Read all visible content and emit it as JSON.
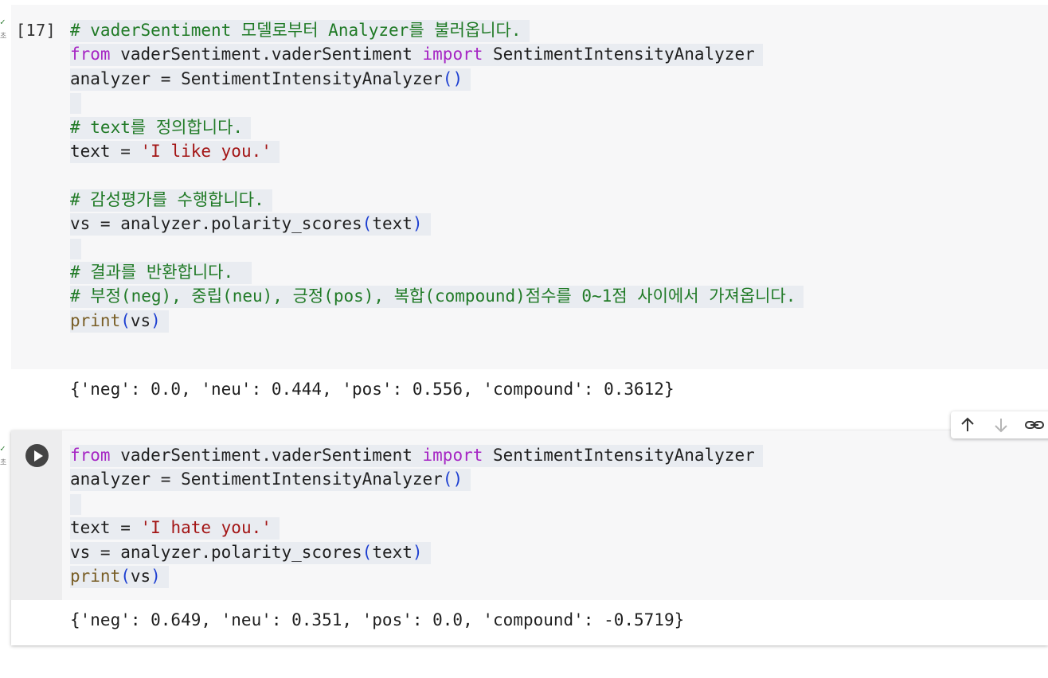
{
  "cell1": {
    "exec_count": "[17]",
    "status_check": "✓",
    "status_unit": "초",
    "lines": [
      [
        {
          "t": "cm",
          "v": "# vaderSentiment 모델로부터 Analyzer를 불러옵니다."
        }
      ],
      [
        {
          "t": "kw",
          "v": "from"
        },
        {
          "t": "tx",
          "v": " vaderSentiment.vaderSentiment "
        },
        {
          "t": "kw",
          "v": "import"
        },
        {
          "t": "tx",
          "v": " SentimentIntensityAnalyzer"
        }
      ],
      [
        {
          "t": "tx",
          "v": "analyzer = SentimentIntensityAnalyzer"
        },
        {
          "t": "pr",
          "v": "()"
        }
      ],
      [],
      [
        {
          "t": "cm",
          "v": "# text를 정의합니다."
        }
      ],
      [
        {
          "t": "tx",
          "v": "text = "
        },
        {
          "t": "st",
          "v": "'I like you.'"
        }
      ],
      null,
      [
        {
          "t": "cm",
          "v": "# 감성평가를 수행합니다."
        }
      ],
      [
        {
          "t": "tx",
          "v": "vs = analyzer.polarity_scores"
        },
        {
          "t": "pr",
          "v": "("
        },
        {
          "t": "tx",
          "v": "text"
        },
        {
          "t": "pr",
          "v": ")"
        }
      ],
      [],
      [
        {
          "t": "cm",
          "v": "# 결과를 반환합니다. "
        }
      ],
      [
        {
          "t": "cm",
          "v": "# 부정(neg), 중립(neu), 긍정(pos), 복합(compound)점수를 0~1점 사이에서 가져옵니다."
        }
      ],
      [
        {
          "t": "fn",
          "v": "print"
        },
        {
          "t": "pr",
          "v": "("
        },
        {
          "t": "tx",
          "v": "vs"
        },
        {
          "t": "pr",
          "v": ")"
        }
      ]
    ],
    "output": "{'neg': 0.0, 'neu': 0.444, 'pos': 0.556, 'compound': 0.3612}"
  },
  "cell2": {
    "status_check": "✓",
    "status_unit": "초",
    "lines": [
      [
        {
          "t": "kw",
          "v": "from"
        },
        {
          "t": "tx",
          "v": " vaderSentiment.vaderSentiment "
        },
        {
          "t": "kw",
          "v": "import"
        },
        {
          "t": "tx",
          "v": " SentimentIntensityAnalyzer"
        }
      ],
      [
        {
          "t": "tx",
          "v": "analyzer = SentimentIntensityAnalyzer"
        },
        {
          "t": "pr",
          "v": "()"
        }
      ],
      [],
      [
        {
          "t": "tx",
          "v": "text = "
        },
        {
          "t": "st",
          "v": "'I hate you.'"
        }
      ],
      [
        {
          "t": "tx",
          "v": "vs = analyzer.polarity_scores"
        },
        {
          "t": "pr",
          "v": "("
        },
        {
          "t": "tx",
          "v": "text"
        },
        {
          "t": "pr",
          "v": ")"
        }
      ],
      [
        {
          "t": "fn",
          "v": "print"
        },
        {
          "t": "pr",
          "v": "("
        },
        {
          "t": "tx",
          "v": "vs"
        },
        {
          "t": "pr",
          "v": ")"
        }
      ]
    ],
    "output": "{'neg': 0.649, 'neu': 0.351, 'pos': 0.0, 'compound': -0.5719}"
  },
  "toolbar": {
    "icons": [
      "arrow-up-icon",
      "arrow-down-icon",
      "link-icon"
    ]
  },
  "colors": {
    "keyword": "#a626c4",
    "comment": "#207a26",
    "string": "#a31515",
    "function": "#795e26",
    "paren": "#1d3fd1"
  }
}
